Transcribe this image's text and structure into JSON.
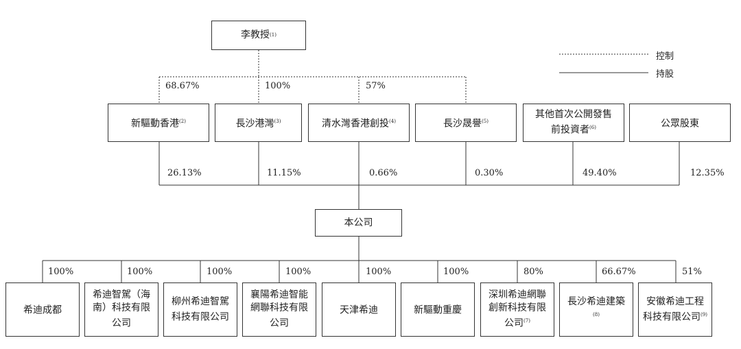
{
  "top": {
    "name": "李教授",
    "note": "(1)"
  },
  "legend": {
    "control": "控制",
    "holding": "持股"
  },
  "top_pcts": [
    "68.67%",
    "100%",
    "57%"
  ],
  "mid_entities": [
    {
      "name": "新驅動香港",
      "note": "(2)"
    },
    {
      "name": "長沙港灣",
      "note": "(3)"
    },
    {
      "name": "清水灣香港創投",
      "note": "(4)"
    },
    {
      "name": "長沙晟譽",
      "note": "(5)"
    },
    {
      "name": "其他首次公開發售前投資者",
      "note": "(6)"
    },
    {
      "name": "公眾股東",
      "note": ""
    }
  ],
  "mid_pcts": [
    "26.13%",
    "11.15%",
    "0.66%",
    "0.30%",
    "49.40%",
    "12.35%"
  ],
  "company": "本公司",
  "sub_pcts": [
    "100%",
    "100%",
    "100%",
    "100%",
    "100%",
    "100%",
    "80%",
    "66.67%",
    "51%"
  ],
  "subsidiaries": [
    {
      "name": "希迪成都",
      "note": ""
    },
    {
      "name": "希迪智駕（海南）科技有限公司",
      "note": ""
    },
    {
      "name": "柳州希迪智駕科技有限公司",
      "note": ""
    },
    {
      "name": "襄陽希迪智能網聯科技有限公司",
      "note": ""
    },
    {
      "name": "天津希迪",
      "note": ""
    },
    {
      "name": "新驅動重慶",
      "note": ""
    },
    {
      "name": "深圳希迪網聯創新科技有限公司",
      "note": "(7)"
    },
    {
      "name": "長沙希迪建築",
      "note": "(8)"
    },
    {
      "name": "安徽希迪工程科技有限公司",
      "note": "(9)"
    }
  ]
}
